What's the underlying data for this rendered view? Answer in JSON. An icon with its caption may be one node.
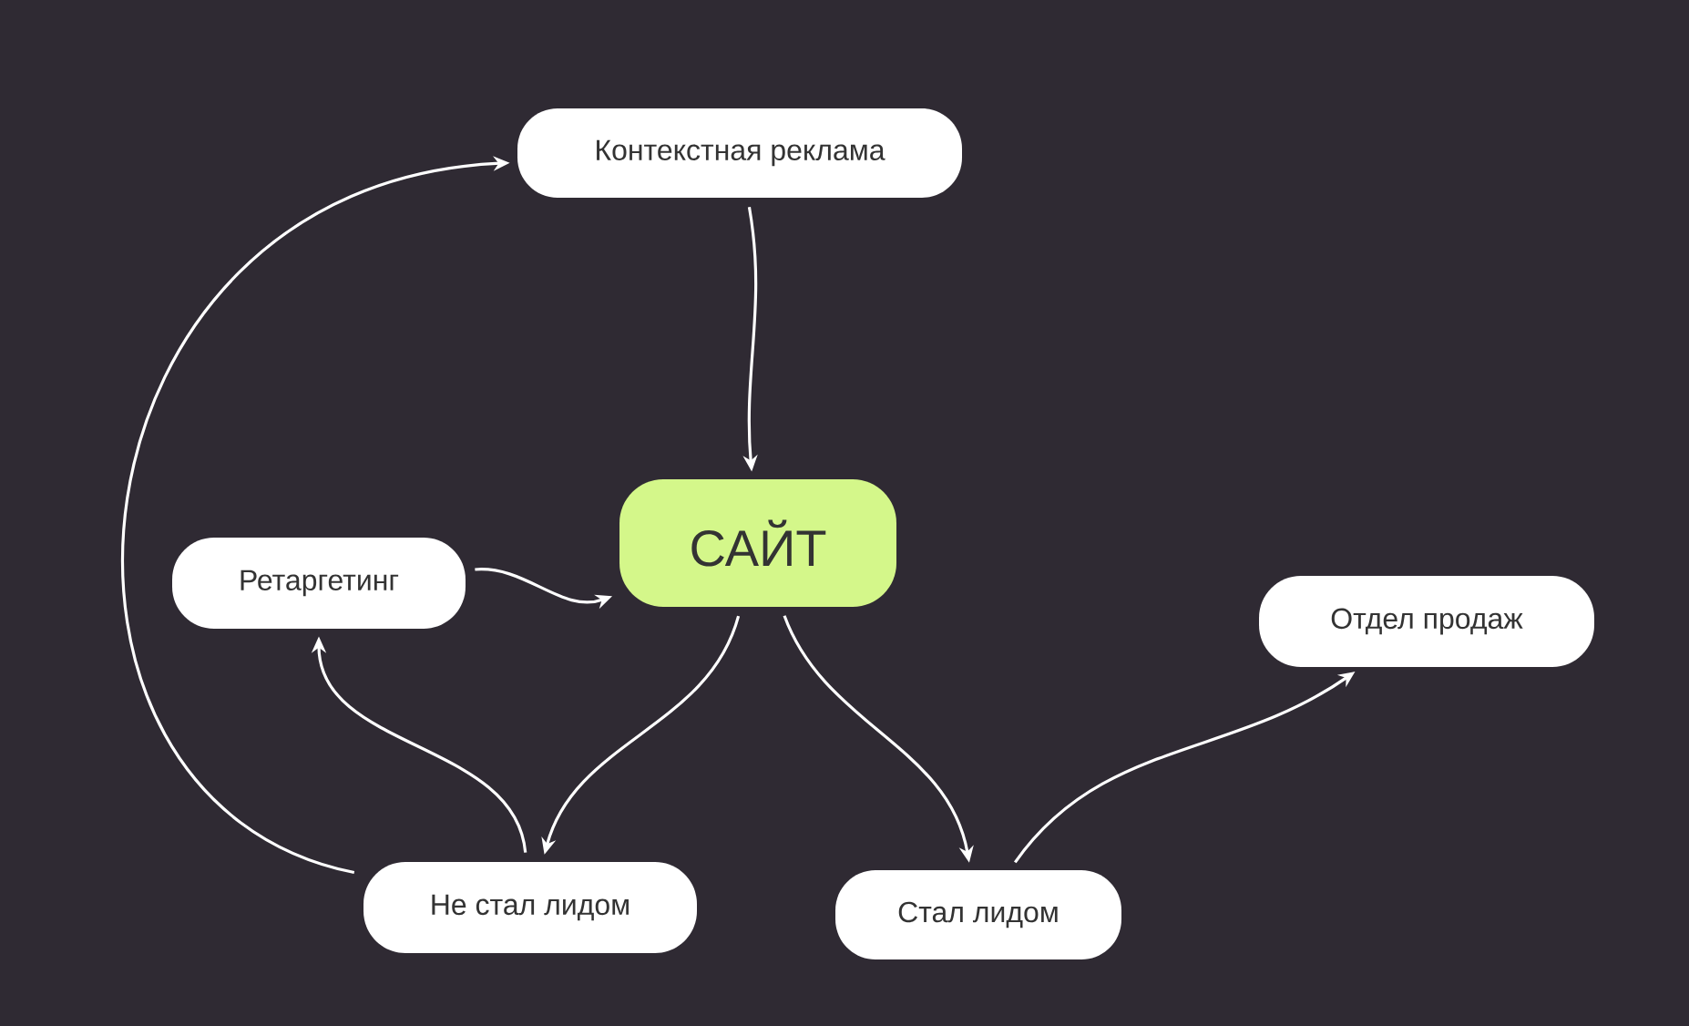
{
  "diagram": {
    "nodes": [
      {
        "text": [
          "Контекстная реклама"
        ]
      },
      {
        "text": [
          "САЙТ"
        ]
      },
      {
        "text": [
          "Ретаргетинг"
        ]
      },
      {
        "text": [
          "Отдел продаж"
        ]
      },
      {
        "text": [
          "Не стал лидом"
        ]
      },
      {
        "text": [
          "Стал лидом"
        ]
      }
    ],
    "edges": [
      {
        "from": 0,
        "to": 1,
        "arrow": "to"
      },
      {
        "from": 2,
        "to": 1,
        "arrow": "to"
      },
      {
        "from": 1,
        "to": 4,
        "arrow": "to"
      },
      {
        "from": 1,
        "to": 5,
        "arrow": "to"
      },
      {
        "from": 5,
        "to": 3,
        "arrow": "to"
      },
      {
        "from": 4,
        "to": 2,
        "arrow": "to"
      },
      {
        "from": 4,
        "to": 0,
        "arrow": "to"
      }
    ]
  }
}
